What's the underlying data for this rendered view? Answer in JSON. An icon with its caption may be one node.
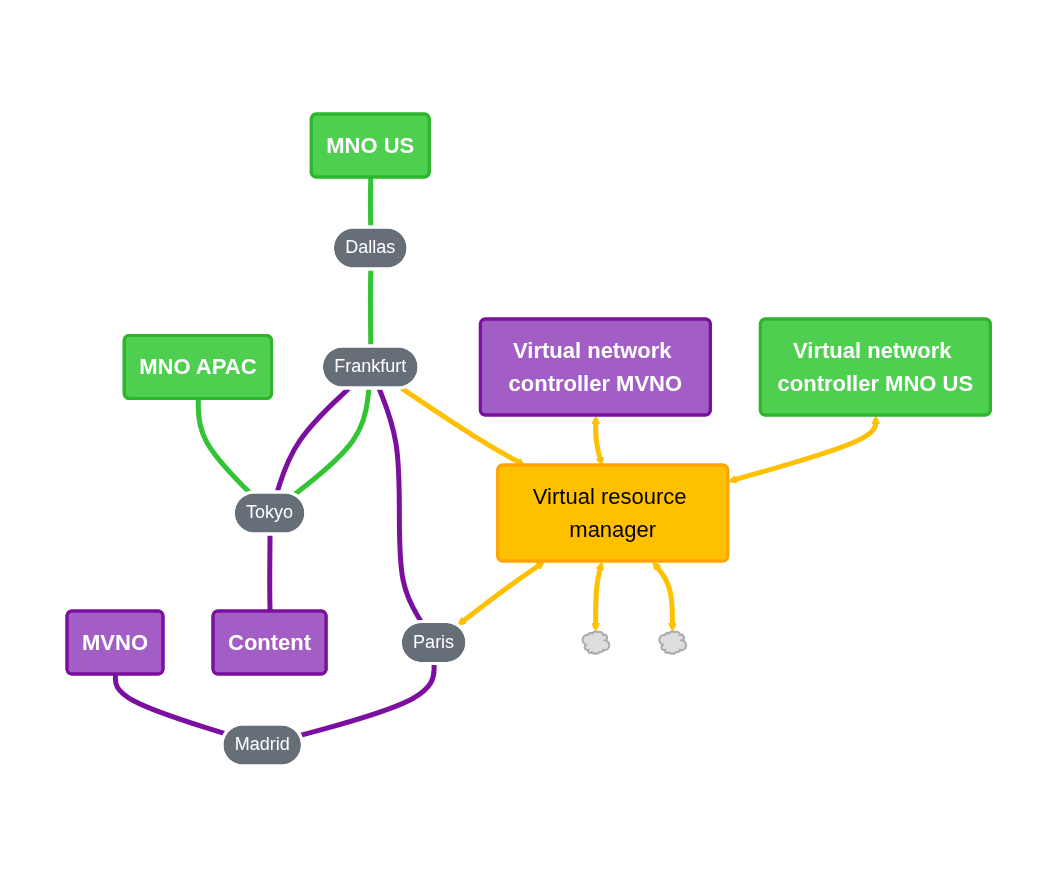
{
  "diagram": {
    "nodes": [
      {
        "text": [
          "Virtual network controller MNO US"
        ]
      },
      {
        "text": [
          "Virtual network controller MVNO"
        ]
      },
      {
        "text": [
          "Virtual resource manager"
        ]
      },
      {
        "text": [
          "MNO US"
        ]
      },
      {
        "text": [
          "MNO APAC"
        ]
      },
      {
        "text": [
          "MVNO"
        ]
      },
      {
        "text": [
          "Content"
        ]
      },
      {
        "text": [
          "Dallas"
        ]
      },
      {
        "text": [
          "Frankfurt"
        ]
      },
      {
        "text": [
          "Paris"
        ]
      },
      {
        "text": [
          "Tokyo"
        ]
      },
      {
        "text": [
          "Madrid"
        ]
      },
      {
        "text": [],
        "shape": "cloud"
      },
      {
        "text": [],
        "shape": "cloud"
      }
    ],
    "edges": [
      {
        "from": 0,
        "to": 2,
        "arrow": "both"
      },
      {
        "from": 1,
        "to": 2,
        "arrow": "both"
      },
      {
        "from": 2,
        "to": 9,
        "arrow": "both"
      },
      {
        "from": 2,
        "to": 12,
        "arrow": "both"
      },
      {
        "from": 8,
        "to": 2,
        "arrow": "to"
      },
      {
        "from": 2,
        "to": 13,
        "arrow": "both"
      },
      {
        "from": 3,
        "to": 7,
        "arrow": "none",
        "color": "#33c433"
      },
      {
        "from": 7,
        "to": 8,
        "arrow": "none",
        "color": "#33c433"
      },
      {
        "from": 8,
        "to": 10,
        "arrow": "none",
        "color": "#33c433"
      },
      {
        "from": 8,
        "to": 10,
        "arrow": "none",
        "color": "#7b10a0"
      },
      {
        "from": 4,
        "to": 10,
        "arrow": "none",
        "color": "#33c433"
      },
      {
        "from": 8,
        "to": 9,
        "arrow": "none",
        "color": "#7b10a0"
      },
      {
        "from": 9,
        "to": 11,
        "arrow": "none",
        "color": "#7b10a0"
      },
      {
        "from": 5,
        "to": 11,
        "arrow": "none",
        "color": "#7b10a0"
      },
      {
        "from": 10,
        "to": 6,
        "arrow": "none",
        "color": "#7b10a0"
      }
    ]
  }
}
